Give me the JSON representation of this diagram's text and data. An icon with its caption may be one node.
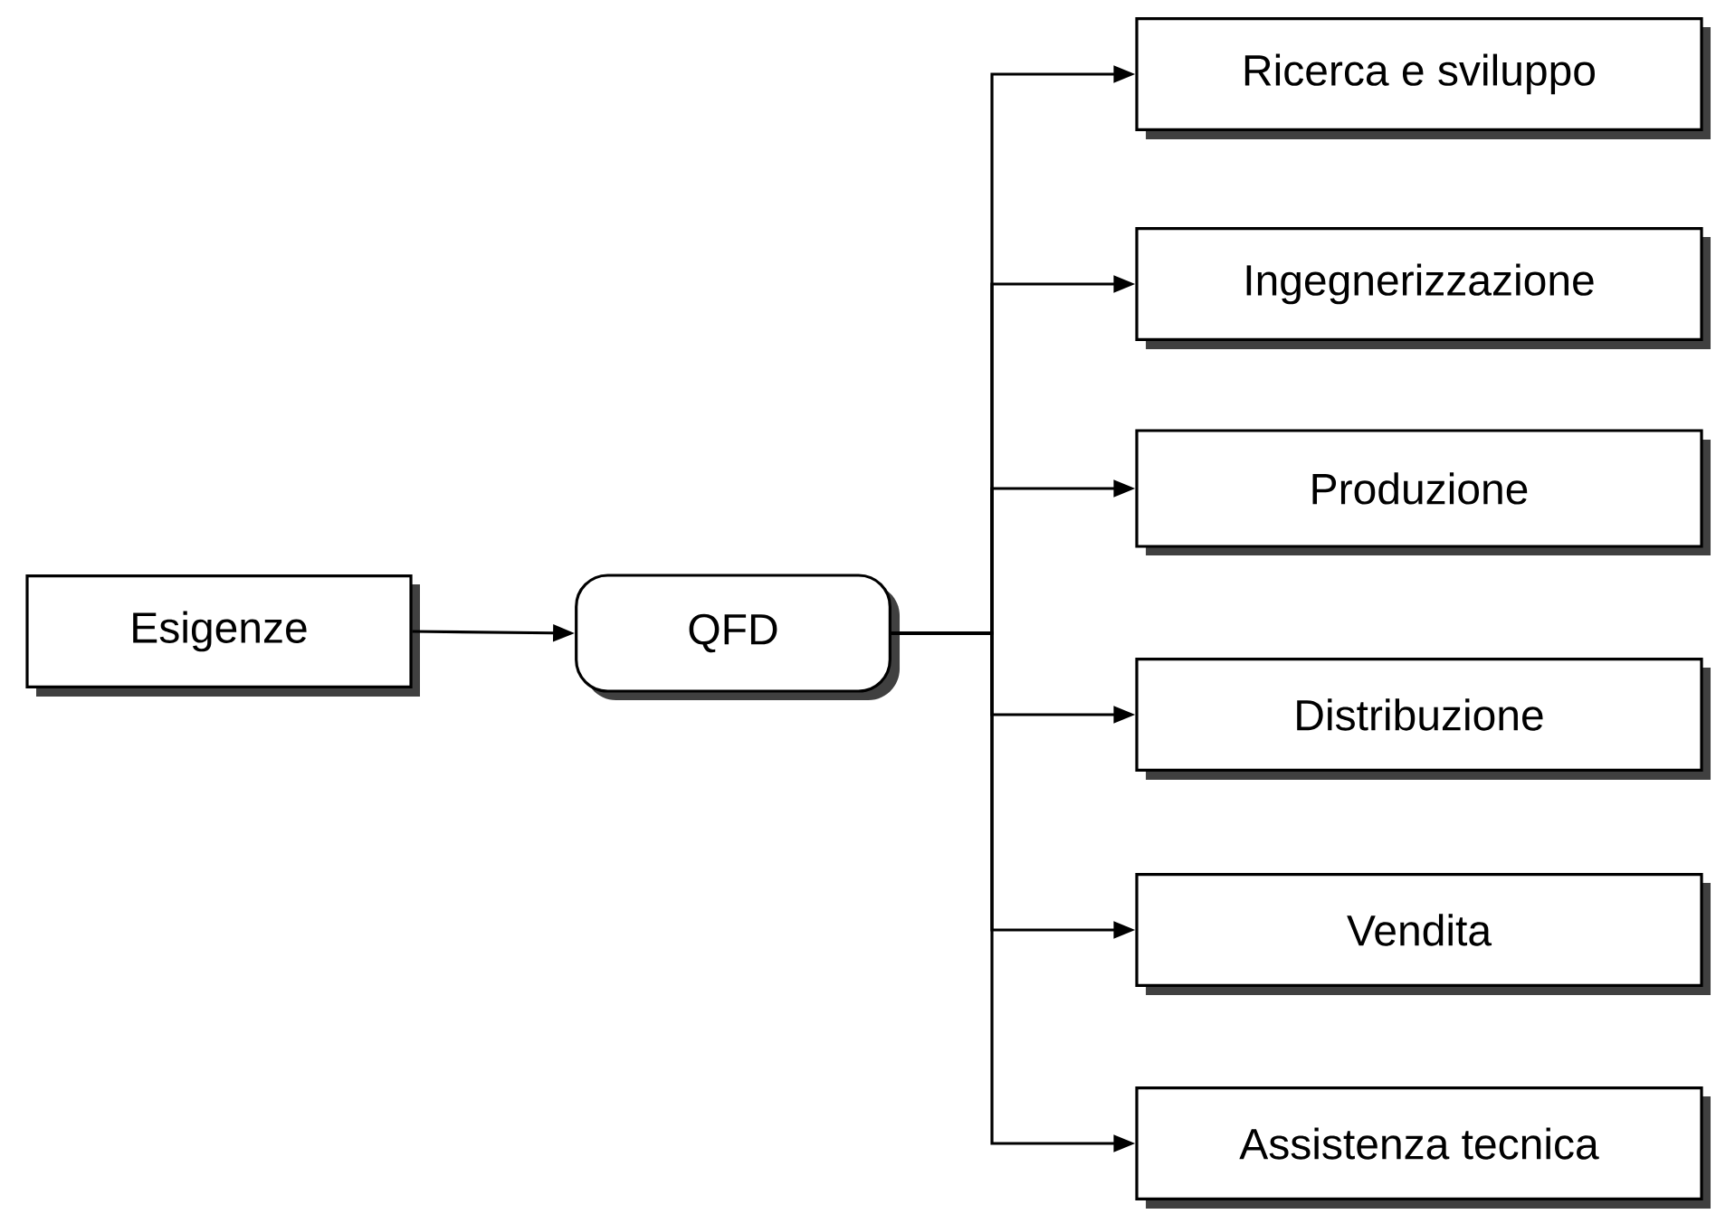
{
  "diagram": {
    "nodes": [
      {
        "text": [
          "Esigenze"
        ]
      },
      {
        "text": [
          "QFD"
        ]
      },
      {
        "text": [
          "Ricerca e sviluppo"
        ]
      },
      {
        "text": [
          "Ingegnerizzazione"
        ]
      },
      {
        "text": [
          "Produzione"
        ]
      },
      {
        "text": [
          "Distribuzione"
        ]
      },
      {
        "text": [
          "Vendita"
        ]
      },
      {
        "text": [
          "Assistenza tecnica"
        ]
      }
    ],
    "edges": [
      {
        "from": 0,
        "to": 1,
        "arrow": "to"
      },
      {
        "from": 1,
        "to": 2,
        "arrow": "to"
      },
      {
        "from": 1,
        "to": 3,
        "arrow": "to"
      },
      {
        "from": 1,
        "to": 4,
        "arrow": "to"
      },
      {
        "from": 1,
        "to": 5,
        "arrow": "to"
      },
      {
        "from": 1,
        "to": 6,
        "arrow": "to"
      },
      {
        "from": 1,
        "to": 7,
        "arrow": "to"
      }
    ]
  }
}
